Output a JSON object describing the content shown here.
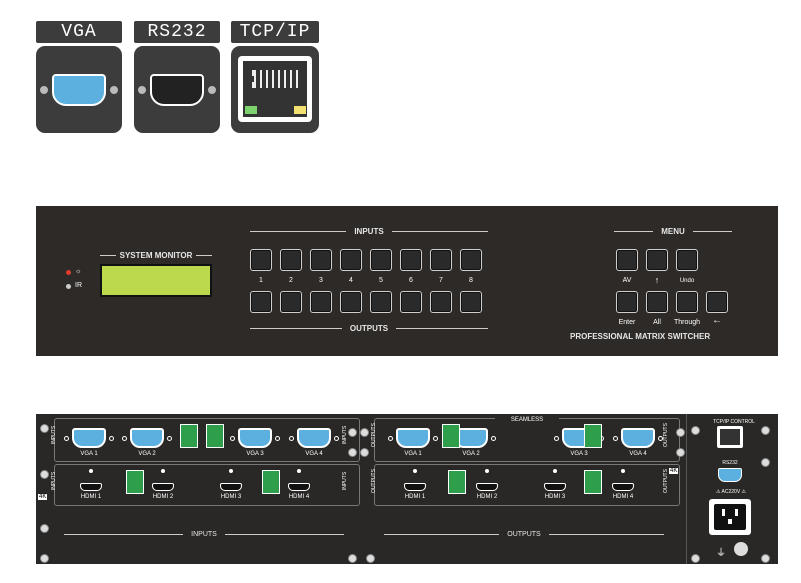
{
  "ports": {
    "vga": "VGA",
    "rs232": "RS232",
    "tcpip": "TCP/IP"
  },
  "front": {
    "system_monitor": "SYSTEM MONITOR",
    "ir": "IR",
    "inputs": "INPUTS",
    "outputs": "OUTPUTS",
    "menu": "MENU",
    "numbers": [
      "1",
      "2",
      "3",
      "4",
      "5",
      "6",
      "7",
      "8"
    ],
    "menu_labels": [
      "AV",
      "Undo",
      "Enter",
      "All",
      "Through"
    ],
    "brand": "PROFESSIONAL MATRIX SWITCHER"
  },
  "rear": {
    "inputs": "INPUTS",
    "outputs": "OUTPUTS",
    "seamless": "SEAMLESS",
    "tcpip_control": "TCP/IP CONTROL",
    "rs232": "RS232",
    "power": "AC220V",
    "k4": "4K",
    "in_vga": [
      "VGA 1",
      "VGA 2",
      "VGA 3",
      "VGA 4"
    ],
    "in_hdmi": [
      "HDMI 1",
      "HDMI 2",
      "HDMI 3",
      "HDMI 4"
    ],
    "out_vga": [
      "VGA 1",
      "VGA 2",
      "VGA 3",
      "VGA 4"
    ],
    "out_hdmi": [
      "HDMI 1",
      "HDMI 2",
      "HDMI 3",
      "HDMI 4"
    ]
  }
}
